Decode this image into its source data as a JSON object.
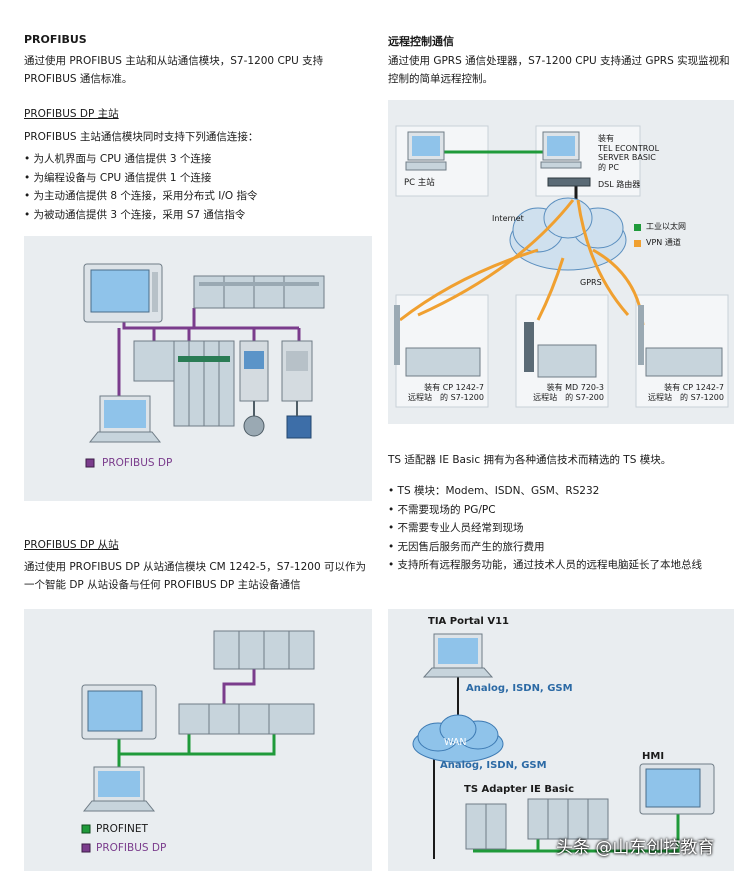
{
  "left": {
    "profibus_title": "PROFIBUS",
    "profibus_text": "通过使用 PROFIBUS 主站和从站通信模块，S7-1200 CPU 支持 PROFIBUS 通信标准。",
    "dp_master_title": "PROFIBUS DP 主站",
    "dp_master_intro": "PROFIBUS 主站通信模块同时支持下列通信连接：",
    "dp_master_bullets": [
      "为人机界面与 CPU 通信提供 3 个连接",
      "为编程设备与 CPU 通信提供 1 个连接",
      "为主动通信提供 8 个连接，采用分布式 I/O 指令",
      "为被动通信提供 3 个连接，采用 S7 通信指令"
    ],
    "diagram1_legend": "PROFIBUS DP",
    "dp_slave_title": "PROFIBUS DP 从站",
    "dp_slave_text": "通过使用 PROFIBUS DP 从站通信模块 CM 1242-5，S7-1200 可以作为一个智能 DP 从站设备与任何 PROFIBUS DP 主站设备通信",
    "diagram2_legend": [
      "PROFINET",
      "PROFIBUS DP"
    ]
  },
  "right": {
    "remote_title": "远程控制通信",
    "remote_text": "通过使用 GPRS 通信处理器，S7-1200 CPU 支持通过 GPRS 实现监视和控制的简单远程控制。",
    "diagram3": {
      "pc_master": "PC 主站",
      "server_lines": [
        "装有",
        "TEL ECONTROL",
        "SERVER BASIC",
        "的 PC"
      ],
      "dsl_router": "DSL 路由器",
      "internet": "Internet",
      "gprs": "GPRS",
      "legend": [
        "工业以太网",
        "VPN 通道"
      ],
      "station_left_lines": [
        "装有 CP 1242-7",
        "远程站　的 S7-1200"
      ],
      "station_mid_lines": [
        "装有 MD 720-3",
        "远程站　的 S7-200"
      ],
      "station_right_lines": [
        "装有 CP 1242-7",
        "远程站　的 S7-1200"
      ]
    },
    "ts_text": "TS 适配器 IE Basic 拥有为各种通信技术而精选的 TS 模块。",
    "ts_bullets": [
      "TS 模块：Modem、ISDN、GSM、RS232",
      "不需要现场的 PG/PC",
      "不需要专业人员经常到现场",
      "无因售后服务而产生的旅行费用",
      "支持所有远程服务功能，通过技术人员的远程电脑延长了本地总线"
    ],
    "diagram4": {
      "tia": "TIA Portal V11",
      "analog1": "Analog, ISDN, GSM",
      "wan": "WAN",
      "analog2": "Analog, ISDN, GSM",
      "ts_adapter": "TS Adapter IE Basic",
      "hmi": "HMI"
    }
  },
  "watermark": "头条 @山东创控教育",
  "colors": {
    "profibus": "#7a3c8c",
    "profinet": "#1f9a3a",
    "vpn": "#f0a030",
    "panel": "#e9edf0"
  }
}
